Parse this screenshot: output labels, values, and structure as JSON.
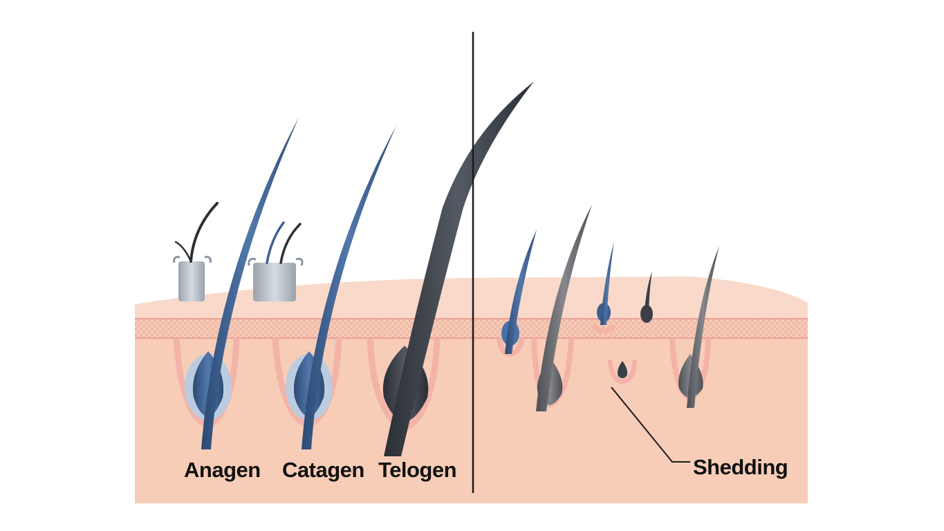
{
  "labels": {
    "anagen": "Anagen",
    "catagen": "Catagen",
    "telogen": "Telogen",
    "shedding": "Shedding"
  },
  "colors": {
    "skin": "#f7cdb7",
    "skin_top": "#f9d7c6",
    "dermis_line": "#e99b93",
    "follicle_sheath": "#f3b3a8",
    "hair_blue": "#3d5f8f",
    "hair_dark": "#3a3f47",
    "hair_gray": "#6e7074",
    "bulb_halo": "#b9c9de",
    "divider": "#1a1a1a",
    "label": "#111111"
  },
  "icons": [
    "hair-follicle-icon",
    "skin-cross-section-icon"
  ]
}
